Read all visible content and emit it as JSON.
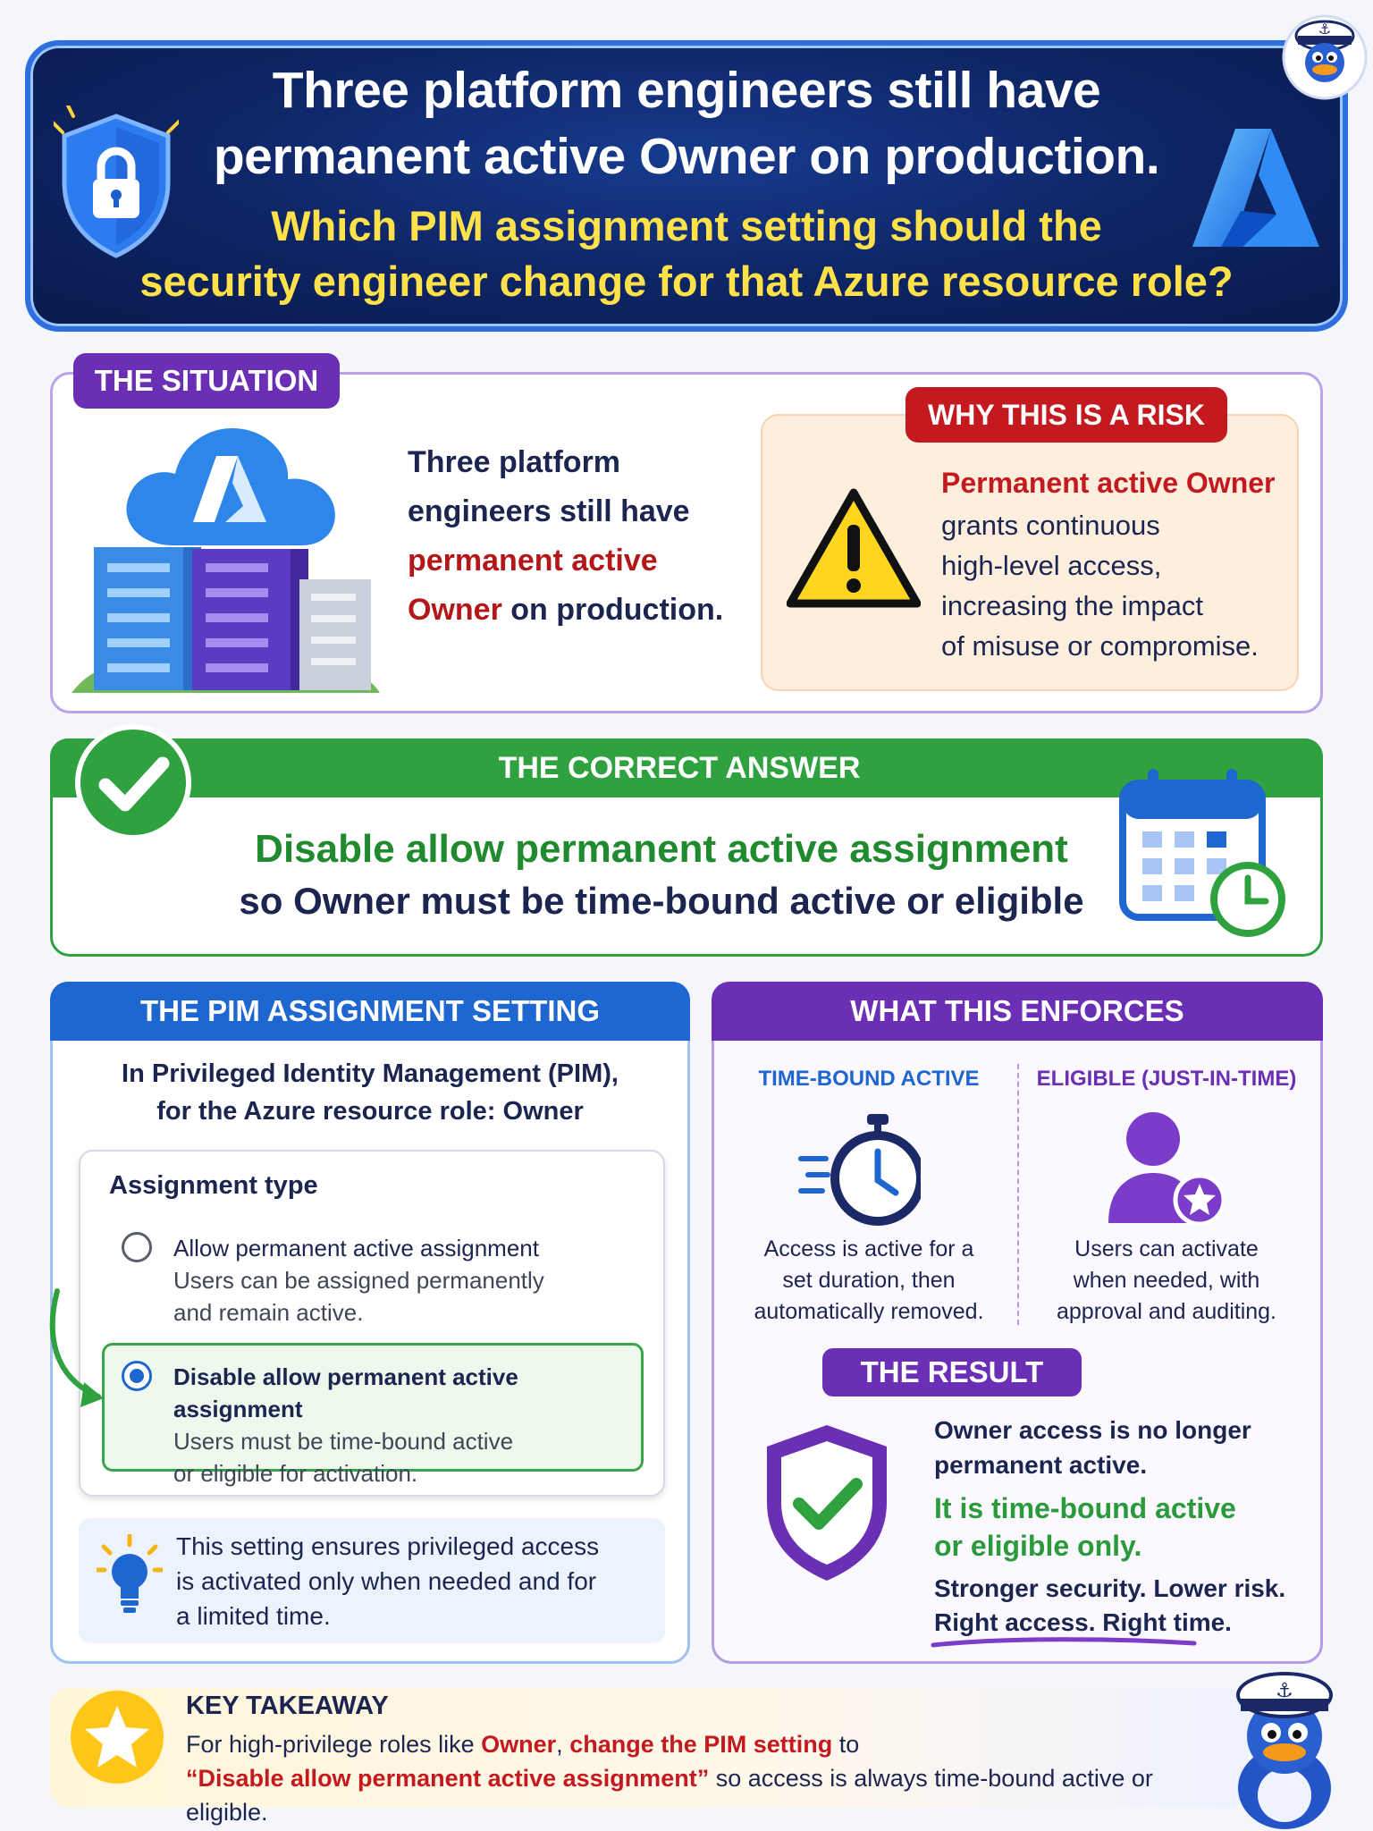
{
  "header": {
    "title_line1": "Three platform engineers still have",
    "title_line2": "permanent active Owner on production.",
    "question_line1": "Which PIM assignment setting should the",
    "question_line2": "security engineer change for that Azure resource role?"
  },
  "situation": {
    "label": "THE SITUATION",
    "text_a": "Three platform engineers still have ",
    "text_red": "permanent active Owner",
    "text_b": " on production."
  },
  "risk": {
    "label": "WHY THIS IS A RISK",
    "headline": "Permanent active Owner",
    "line1": "grants continuous",
    "line2": "high-level access,",
    "line3": "increasing the impact",
    "line4": "of misuse or compromise."
  },
  "answer": {
    "label": "THE CORRECT ANSWER",
    "line1": "Disable allow permanent active assignment",
    "line2": "so Owner must be time-bound active or eligible"
  },
  "pim": {
    "label": "THE PIM ASSIGNMENT SETTING",
    "intro_line1": "In Privileged Identity Management (PIM),",
    "intro_line2": "for the Azure resource role: Owner",
    "assignment_title": "Assignment type",
    "options": [
      {
        "title": "Allow permanent active assignment",
        "desc1": "Users can be assigned permanently",
        "desc2": "and remain active."
      },
      {
        "title": "Disable allow permanent active assignment",
        "desc1": "Users must be time-bound active",
        "desc2": "or eligible for activation."
      }
    ],
    "tip_line1": "This setting ensures privileged access",
    "tip_line2": "is activated only when needed and for",
    "tip_line3": "a limited time."
  },
  "enforces": {
    "label": "WHAT THIS ENFORCES",
    "col1_head": "TIME-BOUND ACTIVE",
    "col1_l1": "Access is active for a",
    "col1_l2": "set duration, then",
    "col1_l3": "automatically removed.",
    "col2_head": "ELIGIBLE (JUST-IN-TIME)",
    "col2_l1": "Users can activate",
    "col2_l2": "when needed, with",
    "col2_l3": "approval and auditing.",
    "result_label": "THE RESULT",
    "result_a1": "Owner access is no longer",
    "result_a2": "permanent active.",
    "result_b1": "It is time-bound active",
    "result_b2": "or eligible only.",
    "result_c1": "Stronger security. Lower risk.",
    "result_c2": "Right access. Right time."
  },
  "takeaway": {
    "label": "KEY TAKEAWAY",
    "p1": "For high-privilege roles like ",
    "p2": "Owner",
    "p3": ", ",
    "p4": "change the PIM setting",
    "p5": " to",
    "p6": "“Disable allow permanent active assignment”",
    "p7": " so access is always time-bound active or eligible."
  },
  "colors": {
    "navy": "#0e2463",
    "yellow": "#ffe14a",
    "purple": "#6a2fb5",
    "red": "#c4191e",
    "green": "#2fa13f",
    "blue": "#1e66d0"
  },
  "icons": [
    "shield-lock-icon",
    "azure-logo-icon",
    "mascot-duck-icon",
    "cloud-azure-icon",
    "buildings-icon",
    "warning-icon",
    "checkmark-icon",
    "calendar-clock-icon",
    "lightbulb-icon",
    "stopwatch-icon",
    "user-star-icon",
    "shield-check-icon",
    "star-icon"
  ]
}
